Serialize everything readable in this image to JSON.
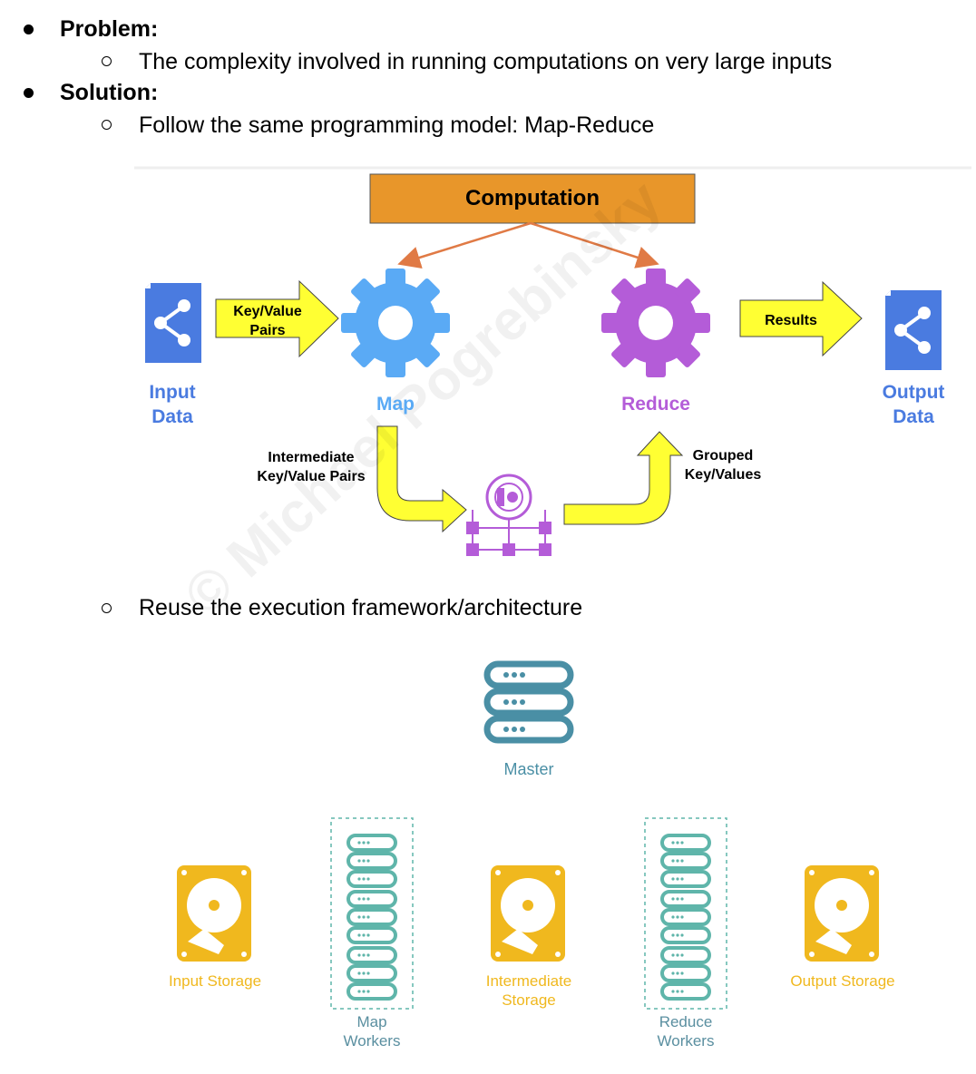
{
  "bullets": [
    {
      "label": "Problem:",
      "sub": "The complexity involved in running computations on very large inputs"
    },
    {
      "label": "Solution:",
      "sub": "Follow the same programming model: Map-Reduce"
    }
  ],
  "sub_bullet_3": "Reuse the execution framework/architecture",
  "diagram1": {
    "computation": "Computation",
    "kv_pairs_1": "Key/Value",
    "kv_pairs_2": "Pairs",
    "results": "Results",
    "input_1": "Input",
    "input_2": "Data",
    "output_1": "Output",
    "output_2": "Data",
    "map": "Map",
    "reduce": "Reduce",
    "intermediate_1": "Intermediate",
    "intermediate_2": "Key/Value Pairs",
    "grouped_1": "Grouped",
    "grouped_2": "Key/Values",
    "watermark": "© Michael Pogrebinsky"
  },
  "diagram2": {
    "master": "Master",
    "input_storage": "Input Storage",
    "map_workers_1": "Map",
    "map_workers_2": "Workers",
    "intermediate_storage_1": "Intermediate",
    "intermediate_storage_2": "Storage",
    "reduce_workers_1": "Reduce",
    "reduce_workers_2": "Workers",
    "output_storage": "Output Storage"
  },
  "colors": {
    "computation_box": "#e8962a",
    "arrow_yellow": "#ffff33",
    "gear_blue": "#5aaaf5",
    "gear_purple": "#b45cd8",
    "doc_blue": "#4a7be0",
    "storage_yellow": "#f0b81e",
    "server_teal": "#4a8fa5",
    "worker_teal": "#5fb5aa"
  }
}
